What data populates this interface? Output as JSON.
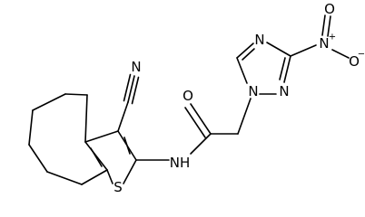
{
  "structure": {
    "labels": {
      "cyano_n": "N",
      "amide_o": "O",
      "amide_nh": "NH",
      "thiophene_s": "S",
      "triazole_n1": "N",
      "triazole_n2": "N",
      "triazole_n4": "N",
      "nitro_n": "N",
      "nitro_n_charge": "+",
      "nitro_o_top": "O",
      "nitro_o_right": "O",
      "nitro_o_charge": "−"
    },
    "colors": {
      "bond": "#000000",
      "label": "#000000",
      "background": "#ffffff"
    }
  }
}
